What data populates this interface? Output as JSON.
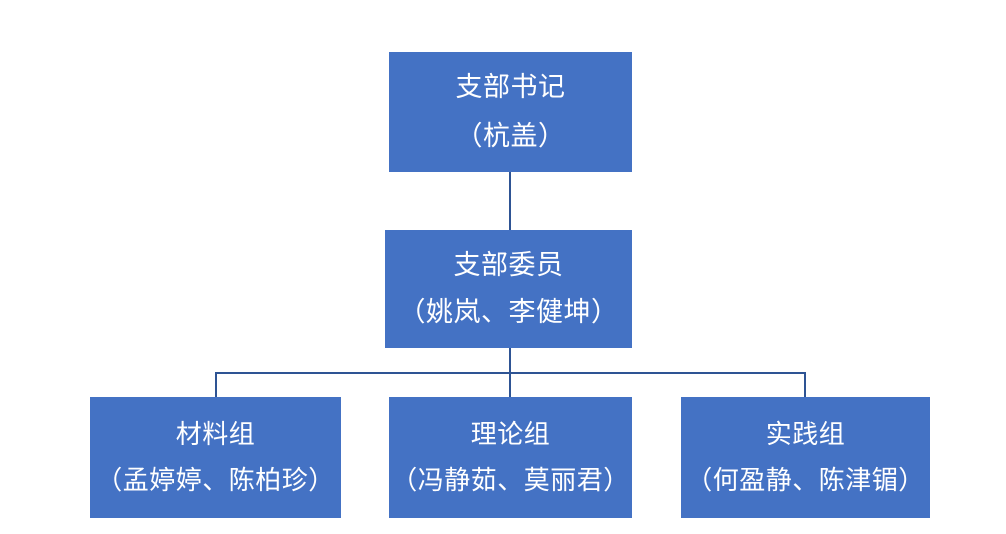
{
  "chart": {
    "type": "org-chart",
    "background_color": "#FFFFFF",
    "node_fill_color": "#4472C4",
    "node_text_color": "#FFFFFF",
    "connector_color": "#2E5494",
    "levels": 3
  },
  "nodes": {
    "secretary": {
      "title": "支部书记",
      "members": "（杭盖）",
      "level": 1
    },
    "committee": {
      "title": "支部委员",
      "members": "（姚岚、李健坤）",
      "level": 2
    },
    "groups": [
      {
        "id": "material",
        "title": "材料组",
        "members": "（孟婷婷、陈柏珍）",
        "level": 3
      },
      {
        "id": "theory",
        "title": "理论组",
        "members": "（冯静茹、莫丽君）",
        "level": 3
      },
      {
        "id": "practice",
        "title": "实践组",
        "members": "（何盈静、陈津镅）",
        "level": 3
      }
    ]
  },
  "relations": [
    {
      "from": "secretary",
      "to": "committee"
    },
    {
      "from": "committee",
      "to": "material"
    },
    {
      "from": "committee",
      "to": "theory"
    },
    {
      "from": "committee",
      "to": "practice"
    }
  ]
}
